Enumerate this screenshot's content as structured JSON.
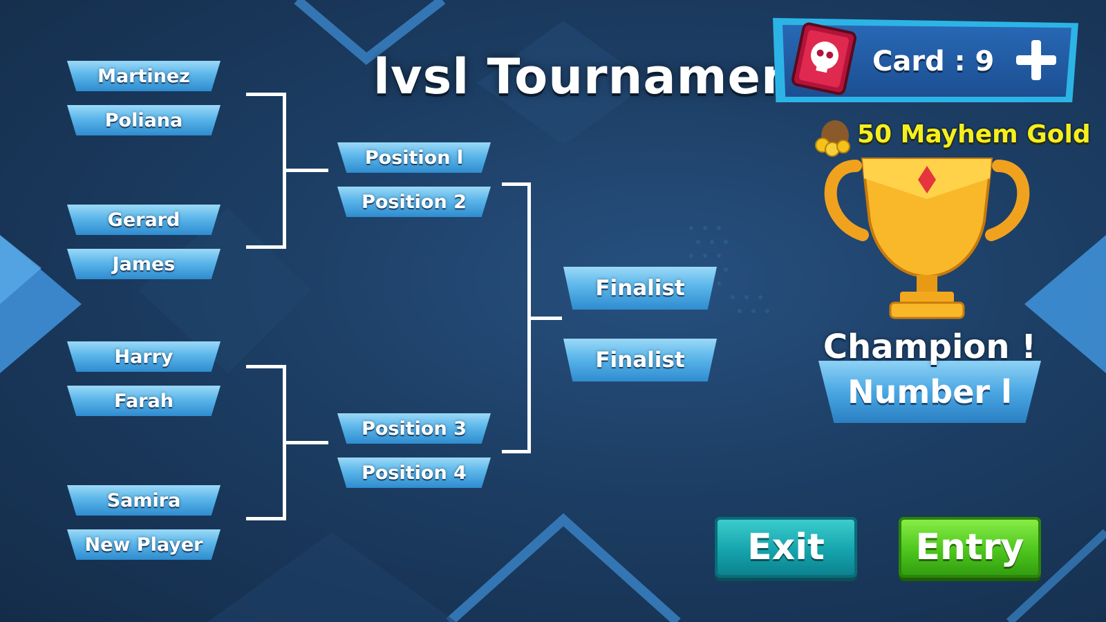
{
  "title": "lvsl Tournament",
  "players": [
    "Martinez",
    "Poliana",
    "Gerard",
    "James",
    "Harry",
    "Farah",
    "Samira",
    "New Player"
  ],
  "positions": [
    "Position l",
    "Position 2",
    "Position 3",
    "Position 4"
  ],
  "finalists": [
    "Finalist",
    "Finalist"
  ],
  "card": {
    "label": "Card : 9"
  },
  "reward": {
    "text": "50 Mayhem Gold"
  },
  "champion": {
    "line1": "Champion !",
    "line2": "Number l"
  },
  "buttons": {
    "exit": "Exit",
    "entry": "Entry"
  },
  "colors": {
    "background": "#1c3d63",
    "slot": "#5bb6ea",
    "exit_button": "#15a4ad",
    "entry_button": "#4dc61d",
    "reward_text": "#f6ef1f",
    "card_panel": "#2db4e6"
  },
  "icons": [
    "ticket-card-icon",
    "plus-icon",
    "gold-coins-icon",
    "trophy-icon"
  ]
}
